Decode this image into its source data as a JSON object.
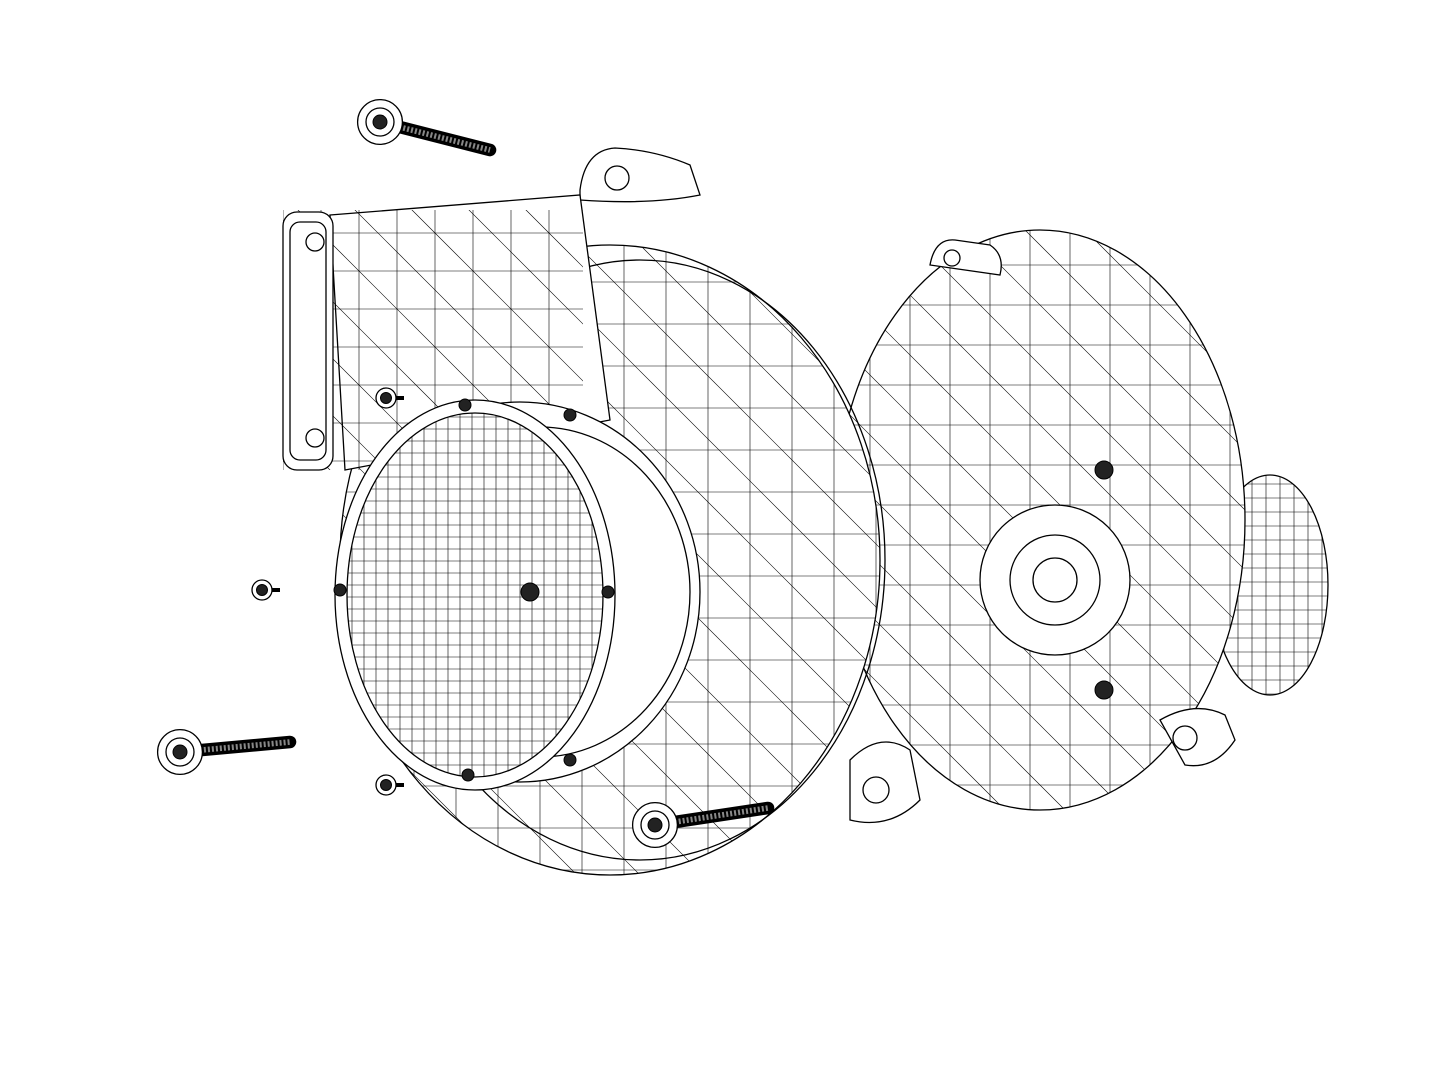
{
  "colors": {
    "background": "#ffffff",
    "line": "#000000"
  },
  "parts": [
    "outlet-flange",
    "volute-housing",
    "inlet-grille",
    "motor-housing",
    "end-cap",
    "hub",
    "bolts",
    "nuts"
  ]
}
